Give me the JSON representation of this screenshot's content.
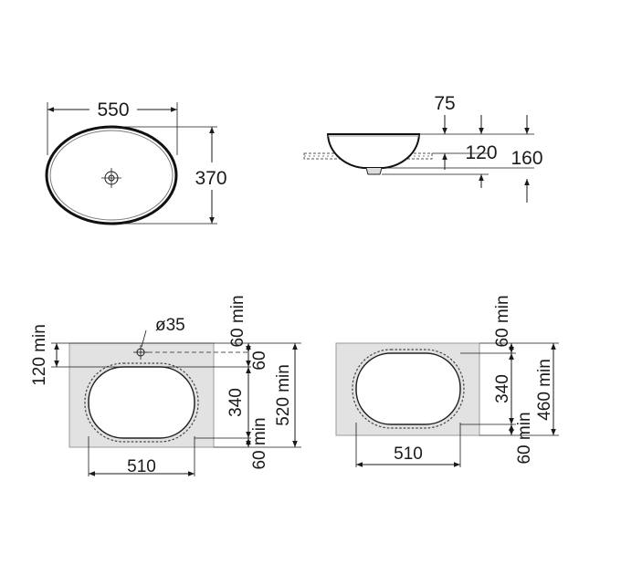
{
  "top_view": {
    "width_dim": "550",
    "height_dim": "370"
  },
  "side_view": {
    "dim_75": "75",
    "dim_120": "120",
    "dim_160": "160"
  },
  "cutout_left": {
    "dia_label": "ø35",
    "dim_120_min": "120 min",
    "dim_60_min_top": "60 min",
    "dim_60": "60",
    "dim_340": "340",
    "dim_520_min": "520 min",
    "dim_60_min_bottom": "60 min",
    "dim_510": "510"
  },
  "cutout_right": {
    "dim_60_min_top": "60 min",
    "dim_340": "340",
    "dim_460_min": "460 min",
    "dim_60_min_bottom": "60 min",
    "dim_510": "510"
  }
}
